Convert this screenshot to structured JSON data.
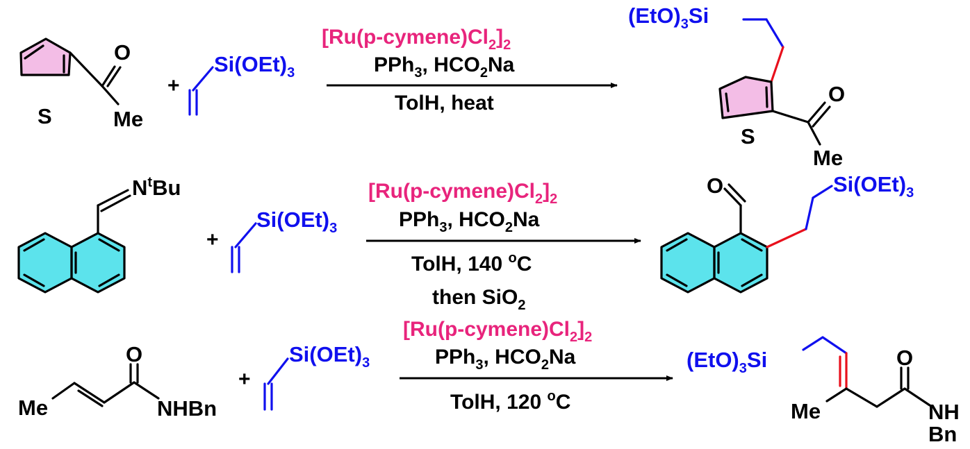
{
  "reactions": [
    {
      "substrate": {
        "carbonyl_O": "O",
        "methyl": "Me",
        "sulfur": "S"
      },
      "plus": "+",
      "reagent": {
        "silyl": "Si(OEt)",
        "sub": "3"
      },
      "conditions": {
        "catalyst": {
          "main": "[Ru(p-cymene)Cl",
          "sub1": "2",
          "close": "]",
          "sub2": "2"
        },
        "line2": {
          "a": "PPh",
          "a_sub": "3",
          "b": ", HCO",
          "b_sub": "2",
          "c": "Na"
        },
        "line3": "TolH, heat"
      },
      "product": {
        "silyl_pre": "(EtO)",
        "silyl_sub": "3",
        "silyl_post": "Si",
        "carbonyl_O": "O",
        "methyl": "Me",
        "sulfur": "S"
      }
    },
    {
      "substrate": {
        "imine_N": "N",
        "imine_sup": "t",
        "imine_post": "Bu"
      },
      "plus": "+",
      "reagent": {
        "silyl": "Si(OEt)",
        "sub": "3"
      },
      "conditions": {
        "catalyst": {
          "main": "[Ru(p-cymene)Cl",
          "sub1": "2",
          "close": "]",
          "sub2": "2"
        },
        "line2": {
          "a": "PPh",
          "a_sub": "3",
          "b": ", HCO",
          "b_sub": "2",
          "c": "Na"
        },
        "line3": {
          "a": "TolH, 140 ",
          "sup": "o",
          "b": "C"
        },
        "line4": {
          "a": "then SiO",
          "sub": "2"
        }
      },
      "product": {
        "carbonyl_O": "O",
        "silyl": "Si(OEt)",
        "silyl_sub": "3"
      }
    },
    {
      "substrate": {
        "methyl": "Me",
        "carbonyl_O": "O",
        "amide": "NHBn"
      },
      "plus": "+",
      "reagent": {
        "silyl": "Si(OEt)",
        "sub": "3"
      },
      "conditions": {
        "catalyst": {
          "main": "[Ru(p-cymene)Cl",
          "sub1": "2",
          "close": "]",
          "sub2": "2"
        },
        "line2": {
          "a": "PPh",
          "a_sub": "3",
          "b": ", HCO",
          "b_sub": "2",
          "c": "Na"
        },
        "line3": {
          "a": "TolH, 120 ",
          "sup": "o",
          "b": "C"
        }
      },
      "product": {
        "silyl_pre": "(EtO)",
        "silyl_sub": "3",
        "silyl_post": "Si",
        "carbonyl_O": "O",
        "methyl": "Me",
        "nh": "NH",
        "bn": "Bn"
      }
    }
  ],
  "colors": {
    "catalyst": "#e8247c",
    "silane": "#1010ee",
    "new_bond": "#e8101c",
    "thiophene_fill": "#f3bde6",
    "naphthalene_fill": "#5ce3ec"
  }
}
